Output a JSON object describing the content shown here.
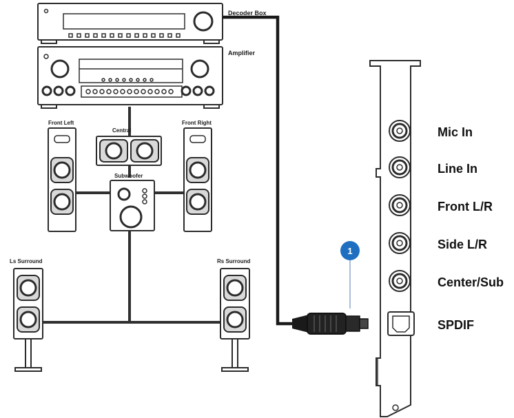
{
  "devices": {
    "decoder_label": "Decoder Box",
    "amplifier_label": "Amplifier"
  },
  "speakers": {
    "front_left": "Front Left",
    "central": "Central",
    "front_right": "Front Right",
    "subwoofer": "Subwoofer",
    "ls_surround": "Ls Surround",
    "rs_surround": "Rs Surround"
  },
  "ports": [
    {
      "label": "Mic In"
    },
    {
      "label": "Line In"
    },
    {
      "label": "Front L/R"
    },
    {
      "label": "Side L/R"
    },
    {
      "label": "Center/Sub"
    },
    {
      "label": "SPDIF"
    }
  ],
  "callout": {
    "number": "1",
    "color": "#1f6fc1"
  }
}
